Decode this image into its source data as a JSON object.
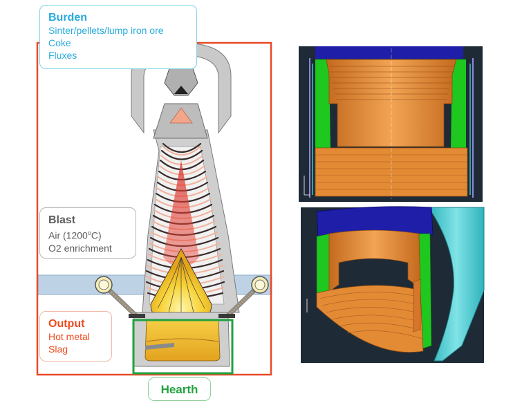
{
  "burden": {
    "title": "Burden",
    "lines": [
      "Sinter/pellets/lump iron ore",
      "Coke",
      "Fluxes"
    ]
  },
  "blast": {
    "title": "Blast",
    "line1_main": "Air (1200",
    "line1_sup": "o",
    "line1_end": "C)",
    "line2": "O2 enrichment"
  },
  "output": {
    "title": "Output",
    "lines": [
      "Hot metal",
      "Slag"
    ]
  },
  "hearth": {
    "title": "Hearth"
  },
  "colors": {
    "furnace_boundary": "#e84a28",
    "hearth_highlight": "#22a13f",
    "burden_text": "#29aadc",
    "blast_text": "#5d5d5d",
    "output_text": "#ee4b1f",
    "refractory_orange": "#e38a35",
    "cooling_green": "#1ec81e",
    "shell_blue": "#1e1ea8",
    "shell_cyan": "#3fc6cc",
    "viewport_bg": "#1f2a37"
  }
}
